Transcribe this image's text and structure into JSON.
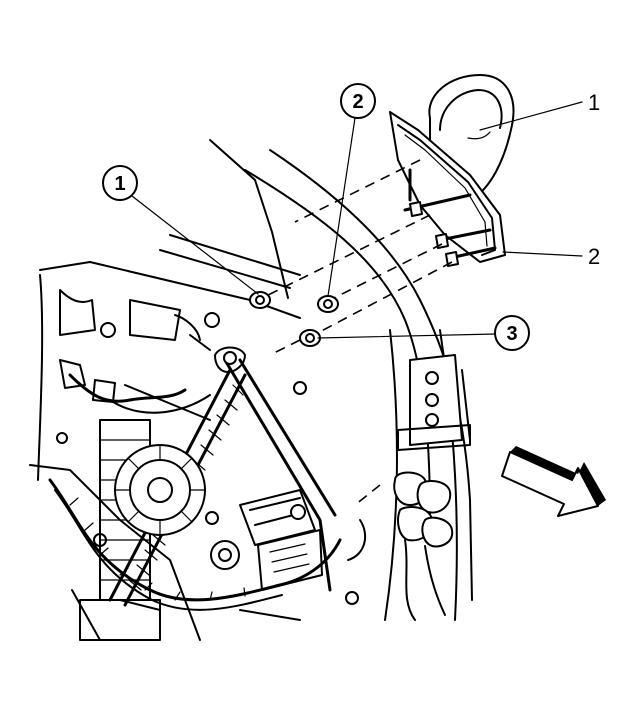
{
  "callouts": {
    "c1_circle": "1",
    "c2_circle": "2",
    "c3_circle": "3",
    "c1_plain": "1",
    "c2_plain": "2"
  }
}
